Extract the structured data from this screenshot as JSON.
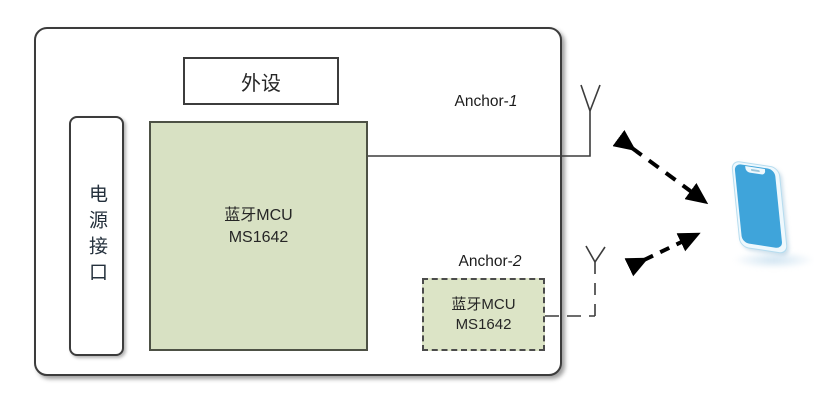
{
  "system_box": {
    "peripheral_label": "外设",
    "power_label": "电源接口",
    "mcu": {
      "line1": "蓝牙MCU",
      "line2": "MS1642"
    }
  },
  "anchor1": {
    "prefix": "Anchor-",
    "number": "1"
  },
  "anchor2": {
    "prefix": "Anchor-",
    "number": "2",
    "mcu": {
      "line1": "蓝牙MCU",
      "line2": "MS1642"
    }
  },
  "icons": {
    "antenna1": "antenna-icon",
    "antenna2": "antenna-icon",
    "smartphone": "smartphone-icon",
    "wireless_link1": "bidirectional-dashed-arrow",
    "wireless_link2": "bidirectional-dashed-arrow"
  },
  "colors": {
    "mcu_fill": "#d8e1c3",
    "mcu_border": "#4d5145",
    "box_border": "#3c3c3c",
    "text": "#262626",
    "arrow": "#000000",
    "phone_screen": "#3fa4da",
    "phone_frame": "#eef8fd"
  }
}
